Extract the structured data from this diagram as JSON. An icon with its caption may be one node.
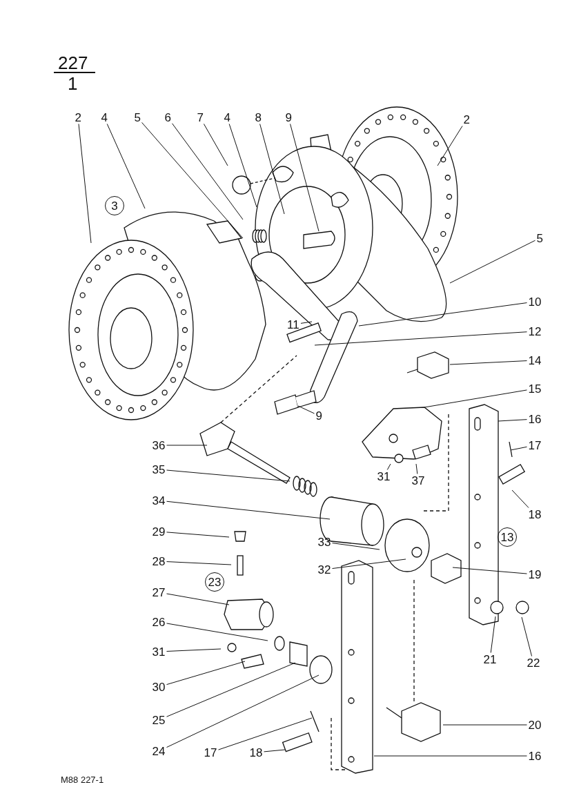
{
  "diagram": {
    "nodes": [
      {
        "text": [
          "2"
        ]
      },
      {
        "text": [
          "4"
        ]
      },
      {
        "text": [
          "5"
        ]
      },
      {
        "text": [
          "6"
        ]
      },
      {
        "text": [
          "7"
        ]
      },
      {
        "text": [
          "4"
        ]
      },
      {
        "text": [
          "8"
        ]
      },
      {
        "text": [
          "9"
        ]
      },
      {
        "text": [
          "2"
        ]
      },
      {
        "text": [
          "5"
        ]
      },
      {
        "text": [
          "10"
        ]
      },
      {
        "text": [
          "11"
        ]
      },
      {
        "text": [
          "12"
        ]
      },
      {
        "text": [
          "14"
        ]
      },
      {
        "text": [
          "15"
        ]
      },
      {
        "text": [
          "16"
        ]
      },
      {
        "text": [
          "17"
        ]
      },
      {
        "text": [
          "18"
        ]
      },
      {
        "text": [
          "9"
        ]
      },
      {
        "text": [
          "36"
        ]
      },
      {
        "text": [
          "35"
        ]
      },
      {
        "text": [
          "31"
        ]
      },
      {
        "text": [
          "37"
        ]
      },
      {
        "text": [
          "34"
        ]
      },
      {
        "text": [
          "29"
        ]
      },
      {
        "text": [
          "33"
        ]
      },
      {
        "text": [
          "28"
        ]
      },
      {
        "text": [
          "32"
        ]
      },
      {
        "text": [
          "19"
        ]
      },
      {
        "text": [
          "27"
        ]
      },
      {
        "text": [
          "26"
        ]
      },
      {
        "text": [
          "31"
        ]
      },
      {
        "text": [
          "21"
        ]
      },
      {
        "text": [
          "22"
        ]
      },
      {
        "text": [
          "30"
        ]
      },
      {
        "text": [
          "25"
        ]
      },
      {
        "text": [
          "24"
        ]
      },
      {
        "text": [
          "20"
        ]
      },
      {
        "text": [
          "17"
        ]
      },
      {
        "text": [
          "18"
        ]
      },
      {
        "text": [
          "16"
        ]
      },
      {
        "text": [
          "3"
        ]
      },
      {
        "text": [
          "13"
        ]
      },
      {
        "text": [
          "23"
        ]
      }
    ],
    "edges": [
      {
        "from": 0,
        "to": null,
        "arrow": "none"
      },
      {
        "from": 1,
        "to": null,
        "arrow": "none"
      },
      {
        "from": 2,
        "to": null,
        "arrow": "none"
      },
      {
        "from": 3,
        "to": null,
        "arrow": "none"
      },
      {
        "from": 4,
        "to": null,
        "arrow": "none"
      },
      {
        "from": 5,
        "to": null,
        "arrow": "none"
      },
      {
        "from": 6,
        "to": null,
        "arrow": "none"
      },
      {
        "from": 7,
        "to": null,
        "arrow": "none"
      },
      {
        "from": 8,
        "to": null,
        "arrow": "none"
      },
      {
        "from": 9,
        "to": null,
        "arrow": "none"
      },
      {
        "from": 10,
        "to": null,
        "arrow": "none"
      },
      {
        "from": 11,
        "to": null,
        "arrow": "none"
      },
      {
        "from": 12,
        "to": null,
        "arrow": "none"
      },
      {
        "from": 13,
        "to": null,
        "arrow": "none"
      },
      {
        "from": 14,
        "to": null,
        "arrow": "none"
      },
      {
        "from": 15,
        "to": null,
        "arrow": "none"
      },
      {
        "from": 16,
        "to": null,
        "arrow": "none"
      },
      {
        "from": 17,
        "to": null,
        "arrow": "none"
      },
      {
        "from": 18,
        "to": null,
        "arrow": "none"
      },
      {
        "from": 19,
        "to": null,
        "arrow": "none"
      },
      {
        "from": 20,
        "to": null,
        "arrow": "none"
      },
      {
        "from": 21,
        "to": null,
        "arrow": "none"
      },
      {
        "from": 22,
        "to": null,
        "arrow": "none"
      },
      {
        "from": 23,
        "to": null,
        "arrow": "none"
      },
      {
        "from": 24,
        "to": null,
        "arrow": "none"
      },
      {
        "from": 25,
        "to": null,
        "arrow": "none"
      },
      {
        "from": 26,
        "to": null,
        "arrow": "none"
      },
      {
        "from": 27,
        "to": null,
        "arrow": "none"
      },
      {
        "from": 28,
        "to": null,
        "arrow": "none"
      },
      {
        "from": 29,
        "to": null,
        "arrow": "none"
      },
      {
        "from": 30,
        "to": null,
        "arrow": "none"
      },
      {
        "from": 31,
        "to": null,
        "arrow": "none"
      },
      {
        "from": 32,
        "to": null,
        "arrow": "none"
      },
      {
        "from": 33,
        "to": null,
        "arrow": "none"
      },
      {
        "from": 34,
        "to": null,
        "arrow": "none"
      },
      {
        "from": 35,
        "to": null,
        "arrow": "none"
      },
      {
        "from": 36,
        "to": null,
        "arrow": "none"
      },
      {
        "from": 37,
        "to": null,
        "arrow": "none"
      },
      {
        "from": 38,
        "to": null,
        "arrow": "none"
      },
      {
        "from": 39,
        "to": null,
        "arrow": "none"
      },
      {
        "from": 40,
        "to": null,
        "arrow": "none"
      }
    ],
    "labels": [
      "227",
      "1",
      "M88 227-1"
    ]
  }
}
